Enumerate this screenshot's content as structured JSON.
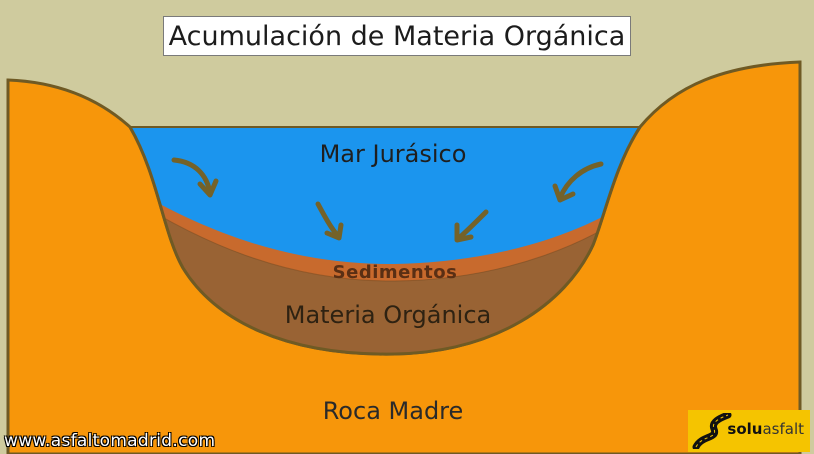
{
  "title": "Acumulación de Materia Orgánica",
  "layers": {
    "sea": "Mar Jurásico",
    "sediments": "Sedimentos",
    "organic": "Materia Orgánica",
    "bedrock": "Roca Madre"
  },
  "watermark": "www.asfaltomadrid.com",
  "logo": {
    "brand_bold": "solu",
    "brand_light": "asfalt"
  },
  "colors": {
    "sky": "#cfcb9e",
    "bedrock": "#f7960a",
    "sea": "#1b95ee",
    "sediments": "#c86a2d",
    "organic": "#996334",
    "outline": "#6f5a24",
    "arrows": "#746229",
    "logo": "#f5c400"
  },
  "icons": [
    "sediment-flow-arrow-icon",
    "road-icon"
  ]
}
